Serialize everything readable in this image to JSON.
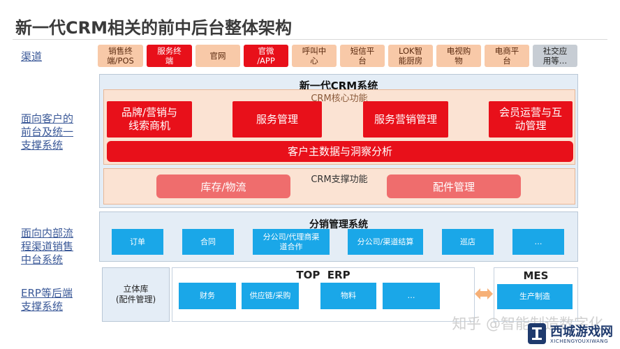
{
  "title": "新一代CRM相关的前中后台整体架构",
  "layers": {
    "channel": "渠道",
    "front": [
      "面向客户的",
      "前台及统一",
      "支撑系统"
    ],
    "middle": [
      "面向内部流",
      "程渠道销售",
      "中台系统"
    ],
    "back": [
      "ERP等后端",
      "支撑系统"
    ]
  },
  "channels": [
    {
      "label": [
        "销售终",
        "端/POS"
      ],
      "style": "peach"
    },
    {
      "label": [
        "服务终",
        "端"
      ],
      "style": "red"
    },
    {
      "label": [
        "官网"
      ],
      "style": "peach"
    },
    {
      "label": [
        "官微",
        "/APP"
      ],
      "style": "red"
    },
    {
      "label": [
        "呼叫中",
        "心"
      ],
      "style": "peach"
    },
    {
      "label": [
        "短信平",
        "台"
      ],
      "style": "peach"
    },
    {
      "label": [
        "LOK智",
        "能厨房"
      ],
      "style": "peach"
    },
    {
      "label": [
        "电视购",
        "物"
      ],
      "style": "peach"
    },
    {
      "label": [
        "电商平",
        "台"
      ],
      "style": "peach"
    },
    {
      "label": [
        "社交应",
        "用等…"
      ],
      "style": "gray"
    }
  ],
  "crm": {
    "title": "新一代CRM系统",
    "core_title": "CRM核心功能",
    "core_items": [
      [
        "品牌/营销与",
        "线索商机"
      ],
      [
        "服务管理"
      ],
      [
        "服务营销管理"
      ],
      [
        "会员运营与互",
        "动管理"
      ]
    ],
    "master_data": "客户主数据与洞察分析",
    "support_title": "CRM支撑功能",
    "support_items": [
      "库存/物流",
      "配件管理"
    ]
  },
  "distribution": {
    "title": "分销管理系统",
    "items": [
      [
        "订单"
      ],
      [
        "合同"
      ],
      [
        "分公司/代理商渠",
        "道合作"
      ],
      [
        "分公司/渠道结算"
      ],
      [
        "巡店"
      ],
      [
        "…"
      ]
    ]
  },
  "backend": {
    "warehouse": [
      "立体库",
      "(配件管理)"
    ],
    "erp_title": "TOP  ERP",
    "erp_items": [
      "财务",
      "供应链/采购",
      "物料",
      "…"
    ],
    "mes_title": "MES",
    "mes_items": [
      "生产制造"
    ]
  },
  "watermark": "知乎 @智能制造数字化",
  "logo": {
    "name": "西城游戏网",
    "sub": "XICHENGYOUXIWANG"
  },
  "colors": {
    "red": "#e8101a",
    "peach": "#f8c9a8",
    "blue": "#1aa7e8",
    "pink": "#ef6d6d",
    "label": "#3b5998"
  }
}
